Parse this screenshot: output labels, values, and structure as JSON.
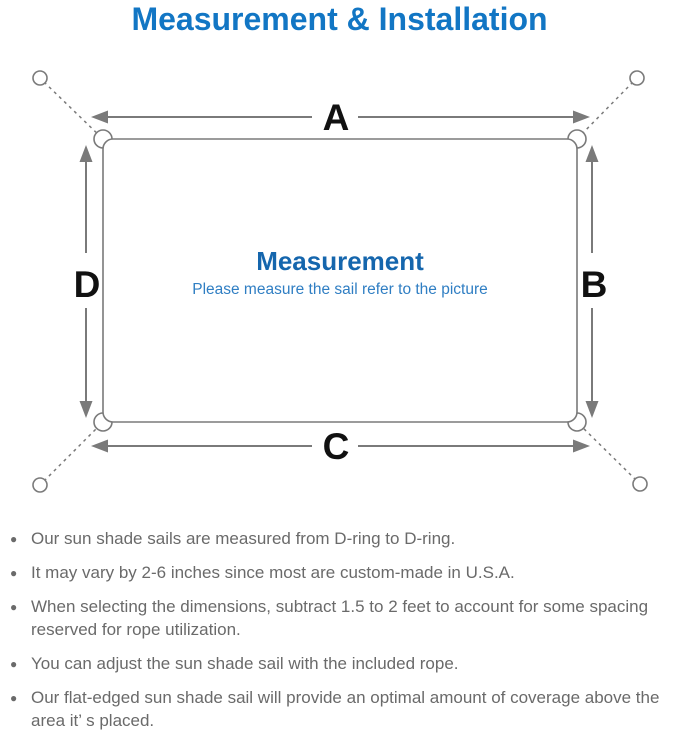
{
  "title": "Measurement & Installation",
  "bullet_char": "●",
  "diagram": {
    "label_a": "A",
    "label_b": "B",
    "label_c": "C",
    "label_d": "D",
    "center_title": "Measurement",
    "center_subtitle": "Please measure the sail refer to the picture"
  },
  "notes": [
    "Our sun shade sails are measured from D-ring to D-ring.",
    "It may vary by 2-6 inches since most are custom-made in U.S.A.",
    "When selecting the dimensions, subtract 1.5 to 2 feet to account for some spacing reserved for rope utilization.",
    "You can adjust the sun shade sail with the included rope.",
    "Our flat-edged sun shade sail will provide an optimal amount of coverage above the area it’ s placed."
  ],
  "colors": {
    "title_blue": "#1276c4",
    "center_title_blue": "#1566ad",
    "subtitle_blue": "#2f7ec3",
    "line_gray": "#7a7a7a",
    "label_black": "#111111",
    "note_gray": "#6a6a6a"
  }
}
